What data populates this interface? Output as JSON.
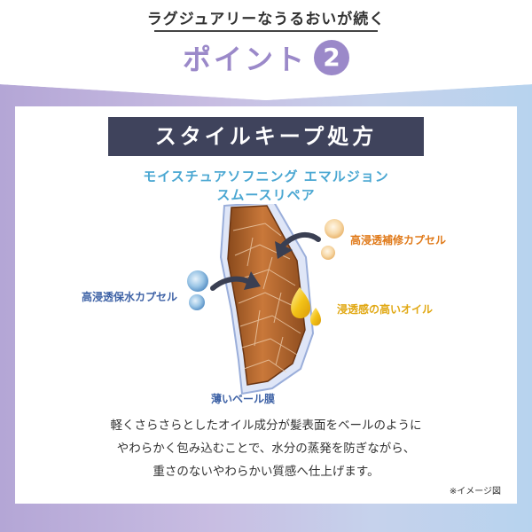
{
  "header": {
    "title": "ラグジュアリーなうるおいが続く",
    "point_label": "ポイント",
    "point_number": "2"
  },
  "banner": {
    "title": "スタイルキープ処方"
  },
  "product": {
    "name_line1": "モイスチュアソフニング エマルジョン",
    "name_line2": "スムースリペア"
  },
  "labels": {
    "blue_capsule": "高浸透保水カプセル",
    "orange_capsule": "高浸透補修カプセル",
    "oil": "浸透感の高いオイル",
    "veil": "薄いベール膜"
  },
  "description": [
    "軽くさらさらとしたオイル成分が髪表面をベールのように",
    "やわらかく包み込むことで、水分の蒸発を防ぎながら、",
    "重さのないやわらかい質感へ仕上げます。"
  ],
  "note": "※イメージ図",
  "colors": {
    "accent_purple": "#9b89c9",
    "banner_navy": "#3f435c",
    "product_blue": "#4aa7d2",
    "orange": "#e07a1a",
    "yellow": "#e1a813",
    "blue_label": "#3e62a6"
  }
}
